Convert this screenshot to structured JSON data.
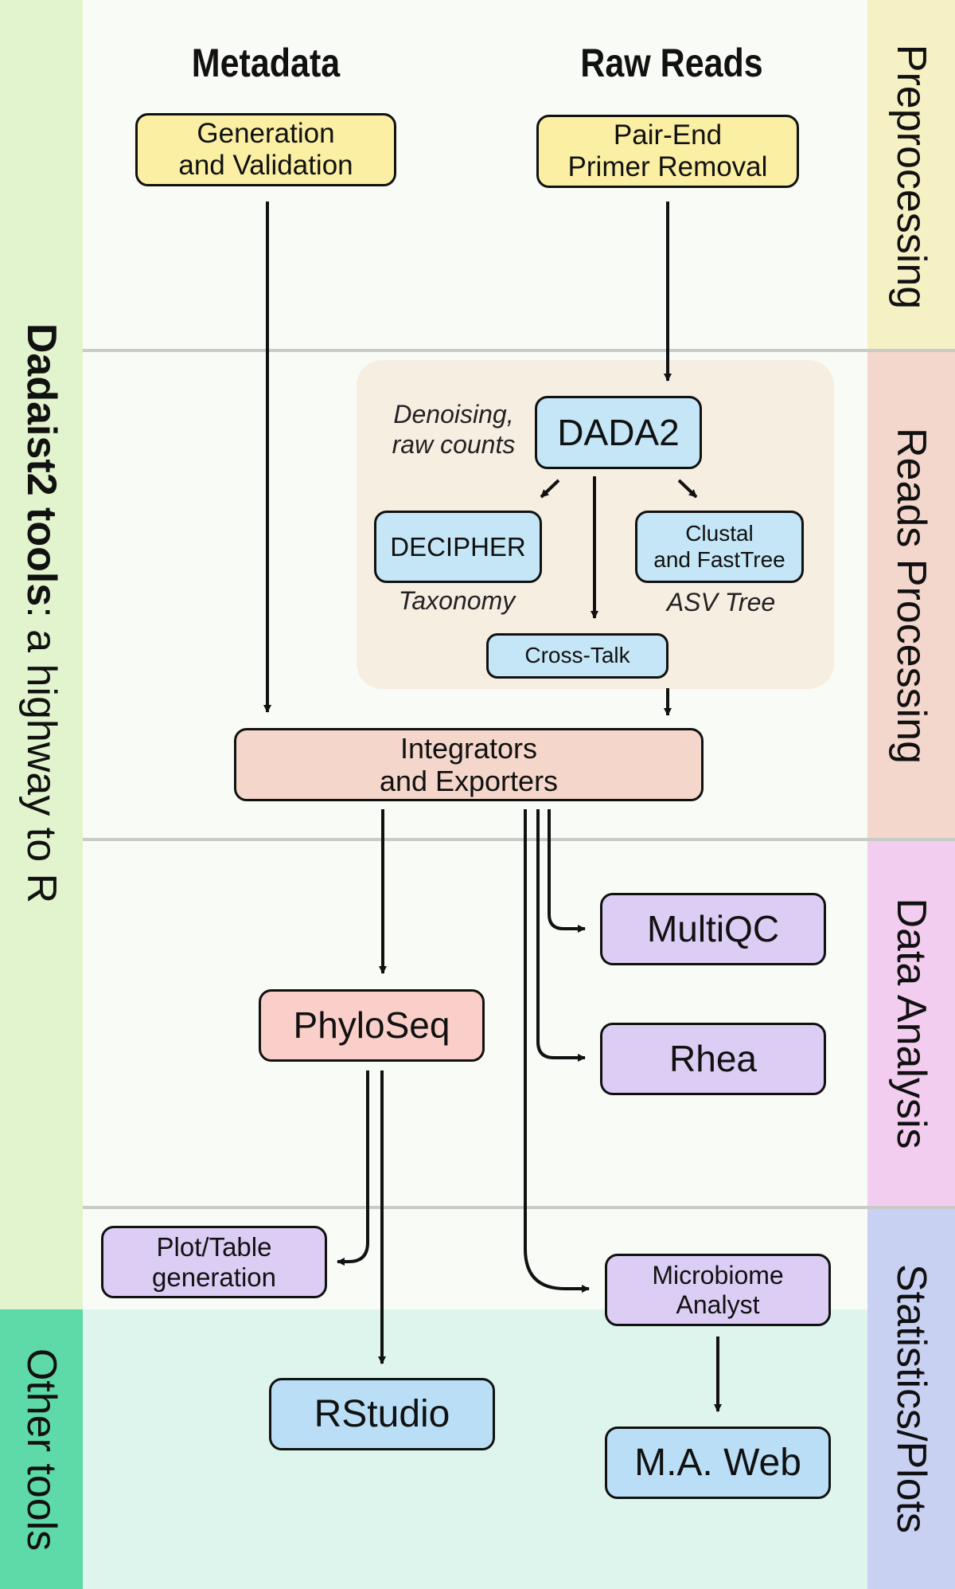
{
  "left_bands": {
    "top": {
      "bold": "Dadaist2 tools",
      "rest": ": a highway to R",
      "color": "#e2f4cd"
    },
    "bottom": {
      "label": "Other tools",
      "color": "#5ddaa7"
    }
  },
  "right_bands": [
    {
      "label": "Preprocessing",
      "color": "#f6f0c5"
    },
    {
      "label": "Reads Processing",
      "color": "#f3d6cc"
    },
    {
      "label": "Data Analysis",
      "color": "#f3cdef"
    },
    {
      "label": "Statistics/Plots",
      "color": "#c9d1f3"
    }
  ],
  "headers": {
    "metadata": "Metadata",
    "raw_reads": "Raw Reads"
  },
  "nodes": {
    "generation": [
      "Generation",
      "and Validation"
    ],
    "primer_removal": [
      "Pair-End",
      "Primer Removal"
    ],
    "dada2": "DADA2",
    "decipher": "DECIPHER",
    "clustal": [
      "Clustal",
      "and FastTree"
    ],
    "crosstalk": "Cross-Talk",
    "integrators": [
      "Integrators",
      "and Exporters"
    ],
    "multiqc": "MultiQC",
    "phyloseq": "PhyloSeq",
    "rhea": "Rhea",
    "plot_table": [
      "Plot/Table",
      "generation"
    ],
    "microbiome": [
      "Microbiome",
      "Analyst"
    ],
    "rstudio": "RStudio",
    "maweb": "M.A. Web"
  },
  "annotations": {
    "denoising": [
      "Denoising,",
      "raw counts"
    ],
    "taxonomy": "Taxonomy",
    "asv_tree": "ASV Tree"
  },
  "colors": {
    "yellow": "#fbefa3",
    "blue": "#c4e6f6",
    "salmon": "#f4d6cb",
    "pink": "#fbcfc9",
    "purple": "#dccdf4",
    "inner_panel": "#f7eee2",
    "other_area": "#ddf5ec"
  }
}
